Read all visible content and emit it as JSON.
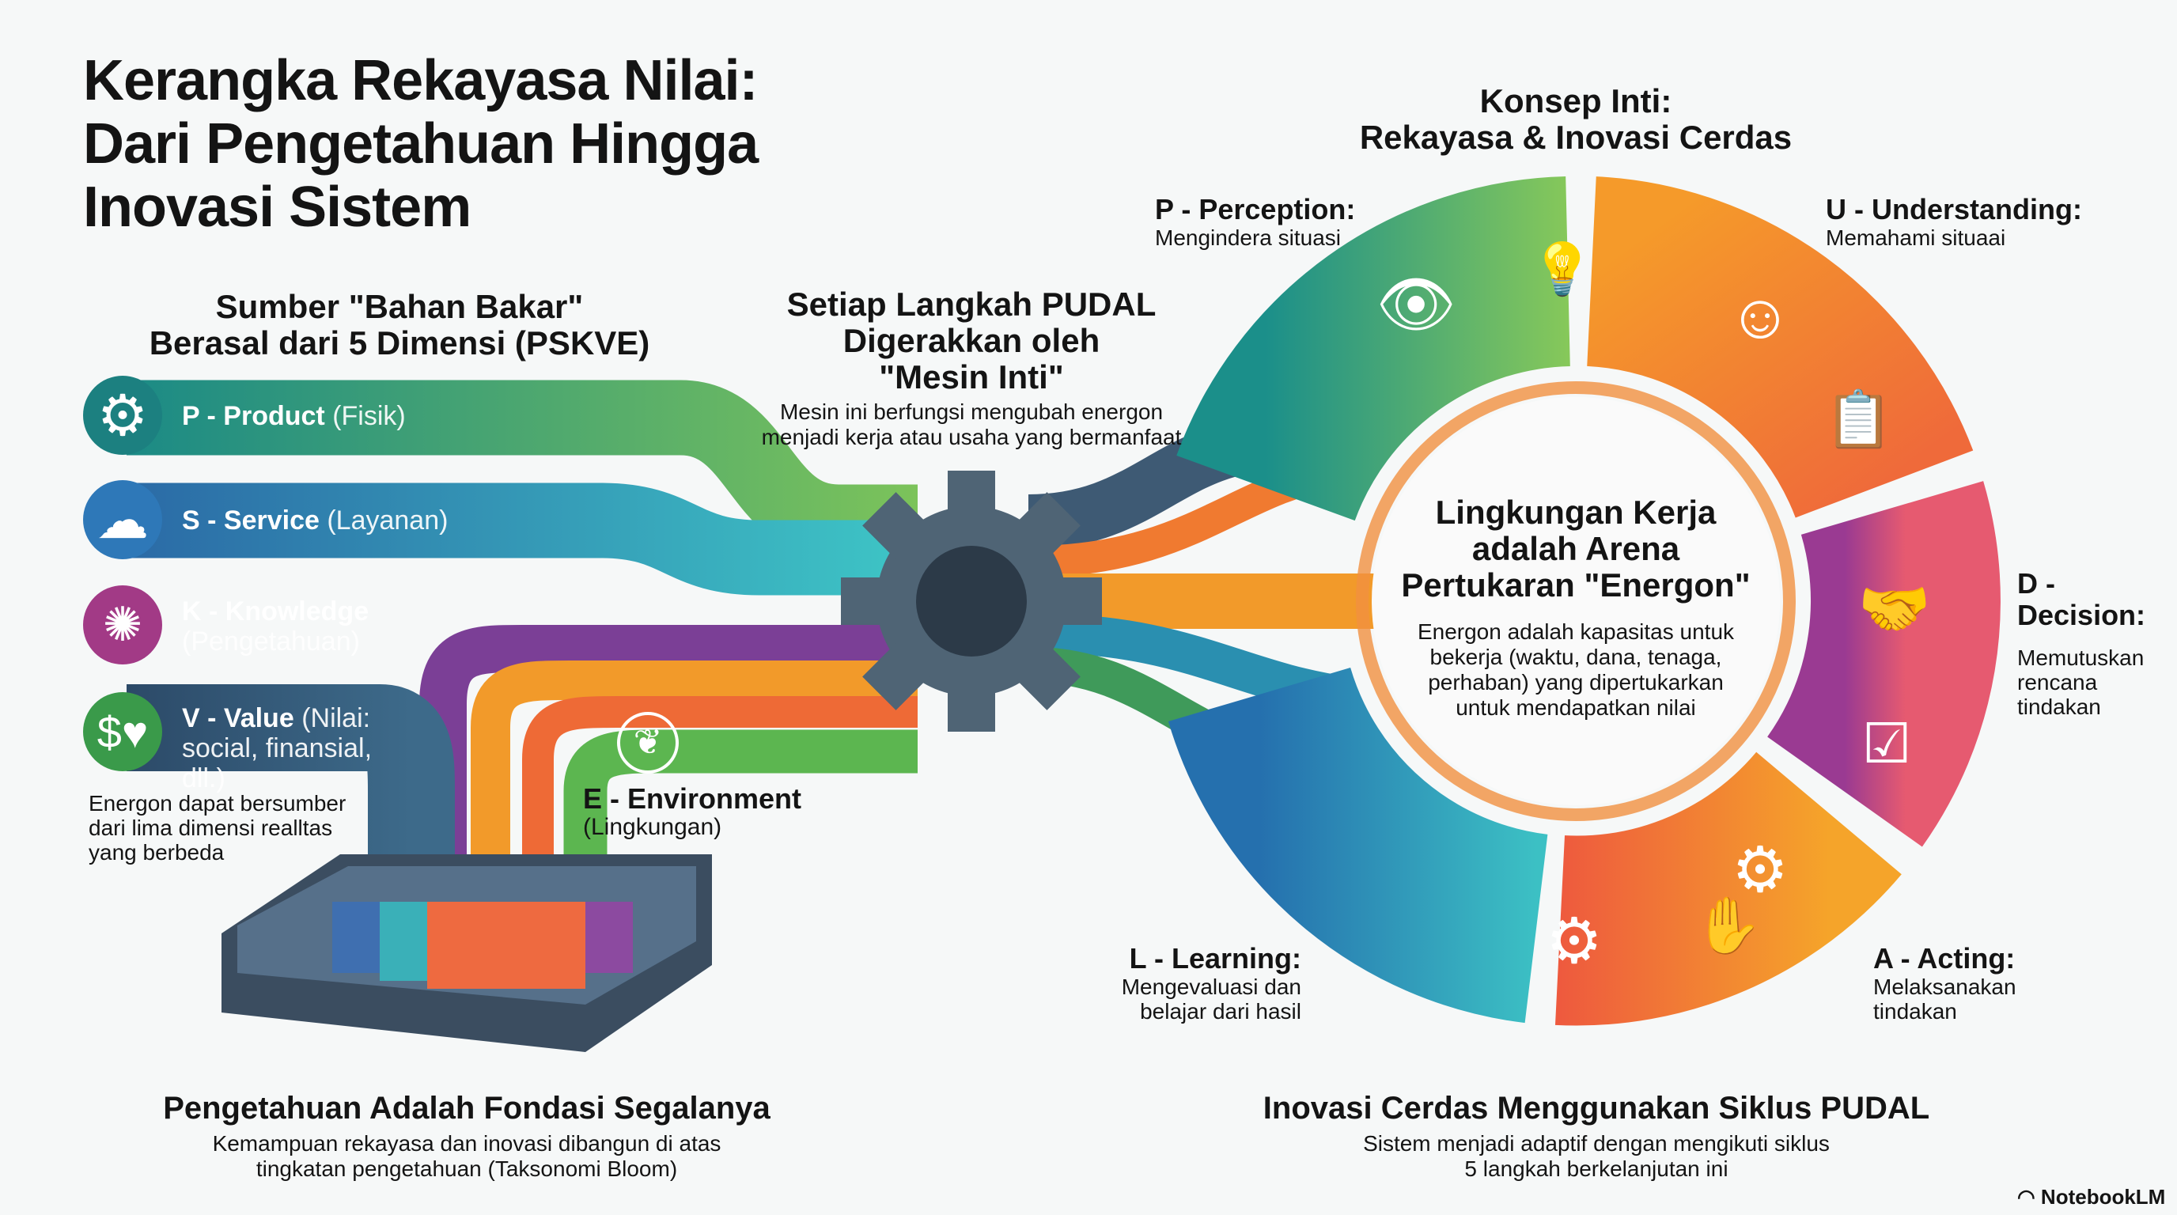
{
  "title": {
    "line1": "Kerangka Rekayasa Nilai:",
    "line2": "Dari Pengetahuan Hingga",
    "line3": "Inovasi Sistem"
  },
  "sources": {
    "heading_line1": "Sumber \"Bahan Bakar\"",
    "heading_line2": "Berasal dari 5 Dimensi (PSKVE)",
    "items": [
      {
        "code": "P - Product",
        "detail": "(Fisik)",
        "icon": "gear-icon",
        "color": "#1f8f86"
      },
      {
        "code": "S - Service",
        "detail": "(Layanan)",
        "icon": "cloud-upload-icon",
        "color": "#2a6fa8"
      },
      {
        "code": "K - Knowledge",
        "detail": "(Pengetahuan)",
        "icon": "brain-icon",
        "color": "#b03a8a"
      },
      {
        "code": "V - Value",
        "detail": "(Nilai: social, finansial, dll.)",
        "icon": "value-coin-heart-icon",
        "color": "#2e4f6e"
      },
      {
        "code": "E - Environment",
        "detail": "(Lingkungan)",
        "icon": "leaf-icon",
        "color": "#4aa84a"
      }
    ],
    "note_lines": [
      "Energon dapat bersumber",
      "dari lima dimensi realltas",
      "yang berbeda"
    ]
  },
  "foundation": {
    "heading": "Pengetahuan Adalah Fondasi Segalanya",
    "sub_line1": "Kemampuan rekayasa dan inovasi dibangun di atas",
    "sub_line2": "tingkatan pengetahuan (Taksonomi Bloom)"
  },
  "engine": {
    "heading_line1": "Setiap Langkah PUDAL",
    "heading_line2": "Digerakkan oleh",
    "heading_line3": "\"Mesin Inti\"",
    "sub_line1": "Mesin ini berfungsi mengubah energon",
    "sub_line2": "menjadi kerja atau usaha yang bermanfaat"
  },
  "core": {
    "heading_line1": "Konsep Inti:",
    "heading_line2": "Rekayasa & Inovasi Cerdas",
    "center_title_line1": "Lingkungan Kerja",
    "center_title_line2": "adalah Arena",
    "center_title_line3": "Pertukaran \"Energon\"",
    "center_text_lines": [
      "Energon adalah kapasitas untuk",
      "bekerja (waktu, dana, tenaga,",
      "perhaban) yang dipertukarkan",
      "untuk mendapatkan nilai"
    ]
  },
  "pudal": [
    {
      "title": "P - Perception:",
      "desc_lines": [
        "Mengindera situasi"
      ],
      "color": "#1f9c8a"
    },
    {
      "title": "U - Understanding:",
      "desc_lines": [
        "Memahami situaai"
      ],
      "color": "#f08a2a"
    },
    {
      "title": "D - Decision:",
      "desc_lines": [
        "Memutuskan",
        "rencana",
        "tindakan"
      ],
      "color": "#b0408f"
    },
    {
      "title": "A - Acting:",
      "desc_lines": [
        "Melaksanakan",
        "tindakan"
      ],
      "color": "#f07030"
    },
    {
      "title": "L - Learning:",
      "desc_lines": [
        "Mengevaluasi dan",
        "belajar dari hasil"
      ],
      "color": "#2a7bb0"
    }
  ],
  "cycle": {
    "heading": "Inovasi Cerdas Menggunakan Siklus PUDAL",
    "sub_line1": "Sistem menjadi adaptif dengan mengikuti siklus",
    "sub_line2": "5 langkah berkelanjutan ini"
  },
  "brand": "NotebookLM"
}
